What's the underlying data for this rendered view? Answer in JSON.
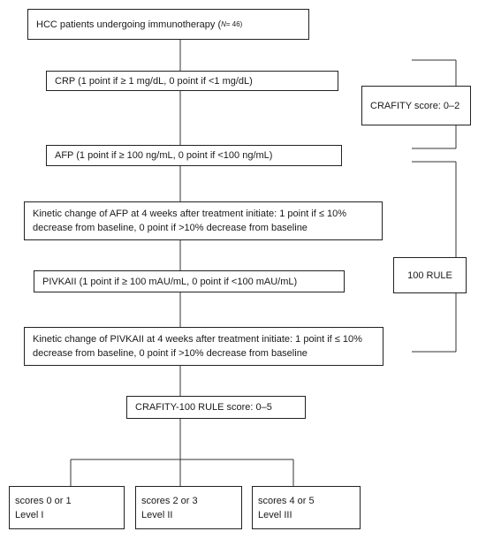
{
  "boxes": {
    "population": {
      "label": "HCC patients undergoing immunotherapy (",
      "n_symbol": "N",
      "n_value": " = 46)"
    },
    "crp": "CRP (1 point if  ≥  1 mg/dL, 0 point if <1 mg/dL)",
    "afp": "AFP (1 point if  ≥  100 ng/mL, 0 point if <100 ng/mL)",
    "afp_kinetic": {
      "line1": "Kinetic change of AFP at 4 weeks after treatment initiate: 1 point if  ≤  10%",
      "line2": "decrease from baseline, 0 point if >10% decrease from baseline"
    },
    "pivka": "PIVKAII (1 point if  ≥  100 mAU/mL, 0 point if <100 mAU/mL)",
    "pivka_kinetic": {
      "line1": "Kinetic change of PIVKAII at 4 weeks after treatment initiate: 1 point if  ≤  10%",
      "line2": "decrease from baseline, 0 point if >10% decrease from baseline"
    },
    "total_score": "CRAFITY-100 RULE score: 0–5",
    "crafity_score": "CRAFITY score: 0–2",
    "rule_100": "100 RULE"
  },
  "levels": [
    {
      "scores": "scores 0 or 1",
      "level": "Level I"
    },
    {
      "scores": "scores 2 or 3",
      "level": "Level II"
    },
    {
      "scores": "scores 4 or 5",
      "level": "Level III"
    }
  ]
}
